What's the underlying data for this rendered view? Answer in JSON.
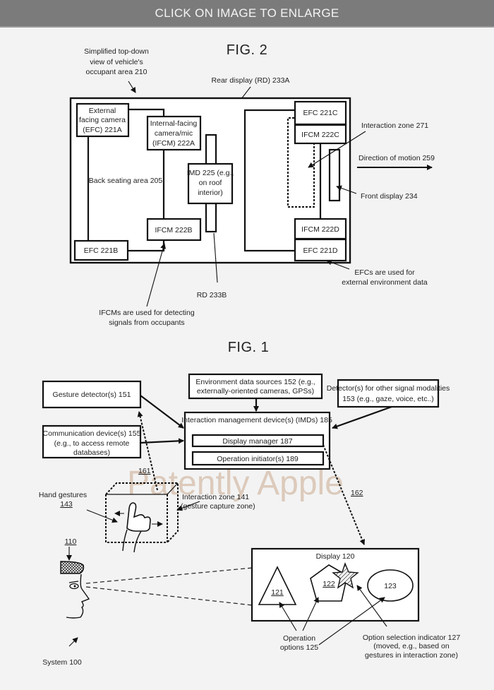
{
  "banner": {
    "label": "CLICK ON IMAGE TO ENLARGE"
  },
  "watermark": "Patently Apple",
  "fig2": {
    "title": "FIG. 2",
    "occupant_area": [
      "Simplified top-down",
      "view of vehicle's",
      "occupant area 210"
    ],
    "rear_display_a": "Rear display (RD)  233A",
    "efc_221a": [
      "External",
      "facing camera",
      "(EFC) 221A"
    ],
    "ifcm_222a": [
      "Internal-facing",
      "camera/mic",
      "(IFCM) 222A"
    ],
    "back_seating": "Back seating area 205",
    "imd_225": [
      "IMD 225 (e.g.,",
      "on roof",
      "interior)"
    ],
    "ifcm_222b": "IFCM 222B",
    "efc_221b": "EFC 221B",
    "efc_221c": "EFC 221C",
    "ifcm_222c": "IFCM 222C",
    "ifcm_222d": "IFCM 222D",
    "efc_221d": "EFC 221D",
    "interaction_zone_271": "Interaction zone 271",
    "direction_of_motion": "Direction of motion 259",
    "front_display": "Front display 234",
    "rd_233b": "RD 233B",
    "efcs_note": [
      "EFCs  are used for",
      "external environment data"
    ],
    "ifcms_note": [
      "IFCMs  are used for detecting",
      "signals from occupants"
    ]
  },
  "fig1": {
    "title": "FIG. 1",
    "gesture_detector": "Gesture detector(s) 151",
    "env_sources": [
      "Environment data sources 152 (e.g.,",
      "externally-oriented cameras, GPSs)"
    ],
    "other_detectors": [
      "Detector(s) for other signal modalities",
      "153 (e.g., gaze, voice, etc..)"
    ],
    "comm_device": [
      "Communication device(s) 155",
      "(e.g., to access remote",
      "databases)"
    ],
    "imd_185": "Interaction management device(s) (IMDs) 185",
    "display_manager": "Display manager 187",
    "operation_initiator": "Operation initiator(s) 189",
    "ref_161": "161",
    "ref_162": "162",
    "hand_gestures": [
      "Hand gestures",
      "143"
    ],
    "interaction_zone_141": [
      "Interaction zone 141",
      "(gesture capture zone)"
    ],
    "ref_110": "110",
    "display_120": "Display 120",
    "opt_121": "121",
    "opt_122": "122",
    "opt_123": "123",
    "operation_options": [
      "Operation",
      "options 125"
    ],
    "selection_indicator": [
      "Option selection indicator 127",
      "(moved, e.g., based on",
      "gestures in interaction zone)"
    ],
    "system_100": "System 100"
  }
}
